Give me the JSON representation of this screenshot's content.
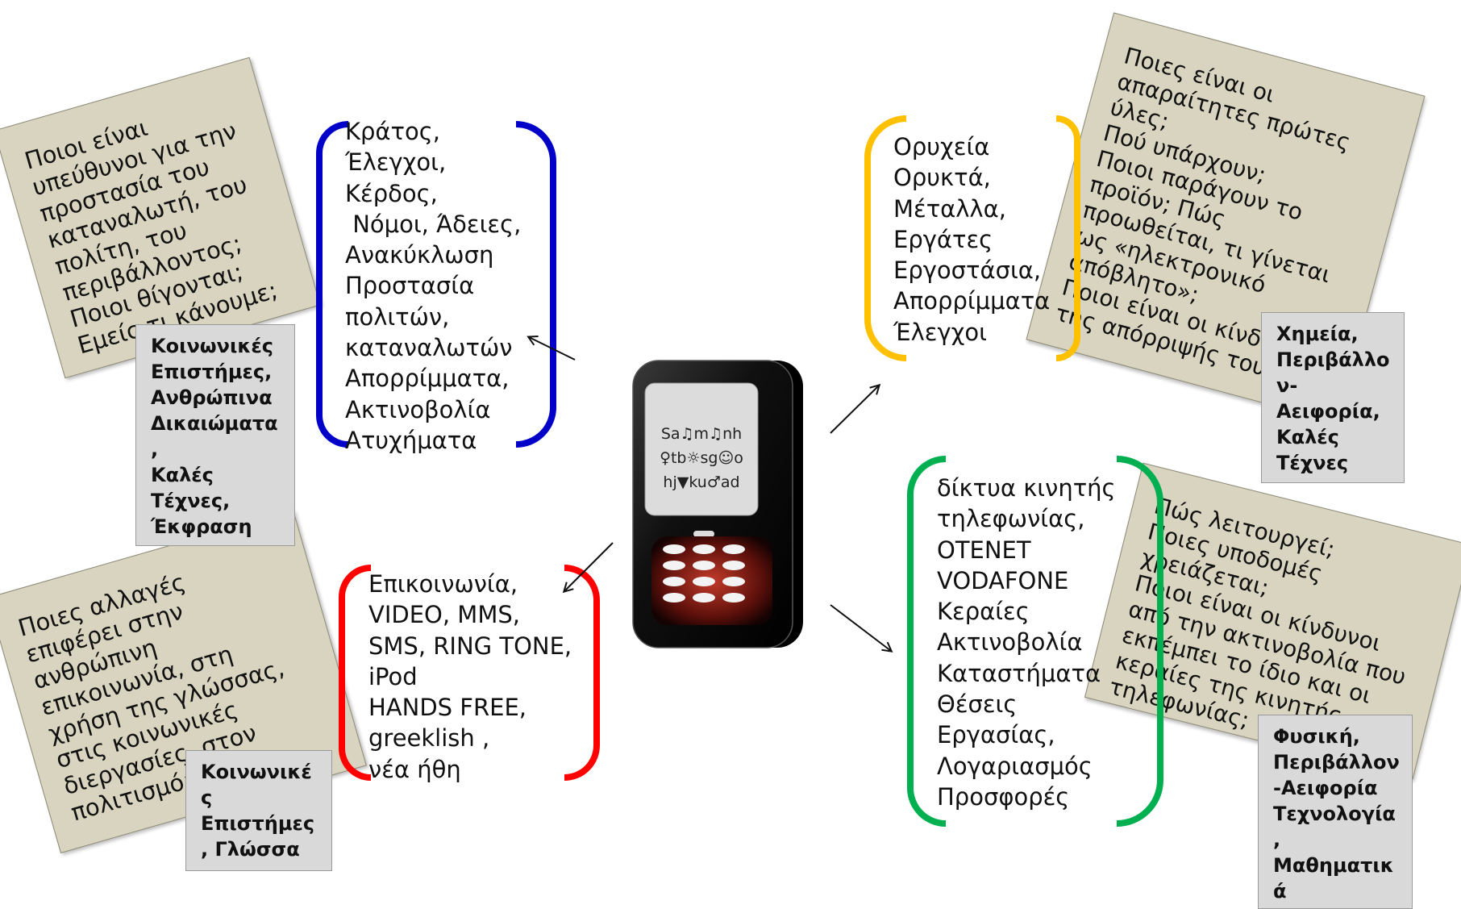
{
  "phone": {
    "screen_lines": [
      "Sa♫m♫nh",
      "♀tb☼sg☺o",
      "hj▼ku♂ad"
    ]
  },
  "lists": {
    "blue": [
      "Κράτος,",
      "Έλεγχοι,",
      "Κέρδος,",
      " Νόμοι, Άδειες,",
      "Ανακύκλωση",
      "Προστασία",
      "πολιτών,",
      "καταναλωτών",
      "Απορρίμματα,",
      "Ακτινοβολία",
      "Ατυχήματα"
    ],
    "red": [
      "Επικοινωνία,",
      "VIDEO, MMS,",
      "SMS, RING TONE,",
      "iPod",
      "HANDS FREE,",
      "greeklish ,",
      "νέα ήθη"
    ],
    "yellow": [
      "Ορυχεία",
      "Ορυκτά,",
      "Μέταλλα,",
      "Εργάτες",
      "Εργοστάσια,",
      "Απορρίμματα",
      "Έλεγχοι"
    ],
    "green": [
      "δίκτυα κινητής",
      "τηλεφωνίας,",
      "OTENET",
      "VODAFONE",
      "Κεραίες",
      "Ακτινοβολία",
      "Καταστήματα",
      "Θέσεις",
      "Εργασίας,",
      "Λογαριασμός",
      "Προσφορές"
    ]
  },
  "notes": {
    "top_left": [
      "Ποιοι είναι",
      "υπεύθυνοι για την",
      "προστασία του",
      "καταναλωτή, του",
      "πολίτη, του",
      "περιβάλλοντος;",
      "Ποιοι θίγονται;",
      "Εμείς τι κάνουμε;"
    ],
    "bottom_left": [
      "Ποιες αλλαγές",
      "επιφέρει στην",
      "ανθρώπινη",
      "επικοινωνία, στη",
      "χρήση της γλώσσας,",
      "στις κοινωνικές",
      "διεργασίες, στον",
      "πολιτισμό;"
    ],
    "top_right": [
      "Ποιες είναι οι",
      "απαραίτητες πρώτες",
      "ύλες;",
      "Πού υπάρχουν;",
      "Ποιοι παράγουν το",
      "προϊόν; Πώς",
      "προωθείται, τι γίνεται",
      "ως «ηλεκτρονικό",
      "απόβλητο»;",
      "Ποιοι είναι οι κίνδυνοι",
      "της απόρριψής του;"
    ],
    "bottom_right": [
      "Πώς λειτουργεί;",
      "Ποιες υποδομές",
      "χρειάζεται;",
      "Ποιοι είναι οι κίνδυνοι",
      "από την ακτινοβολία που",
      "εκπέμπει το ίδιο και οι",
      "κεραίες της κινητής",
      "τηλεφωνίας;"
    ]
  },
  "tags": {
    "top_left": [
      "Κοινωνικές",
      "Επιστήμες,",
      "Ανθρώπινα",
      "Δικαιώματα",
      ",",
      "Καλές",
      "Τέχνες,",
      "Έκφραση"
    ],
    "bottom_left": [
      "Κοινωνικέ",
      "ς",
      "Επιστήμες",
      ", Γλώσσα"
    ],
    "top_right": [
      "Χημεία,",
      "Περιβάλλο",
      "ν-",
      "Αειφορία,",
      "Καλές",
      "Τέχνες"
    ],
    "bottom_right": [
      "Φυσική,",
      "Περιβάλλον",
      "-Αειφορία",
      "Τεχνολογία",
      ",",
      "Μαθηματικ",
      "ά"
    ]
  },
  "colors": {
    "blue": "#0000c8",
    "red": "#ff0000",
    "yellow": "#ffc000",
    "green": "#00b050",
    "note_bg": "#d8d4bf",
    "tag_bg": "#d9d9d9"
  }
}
